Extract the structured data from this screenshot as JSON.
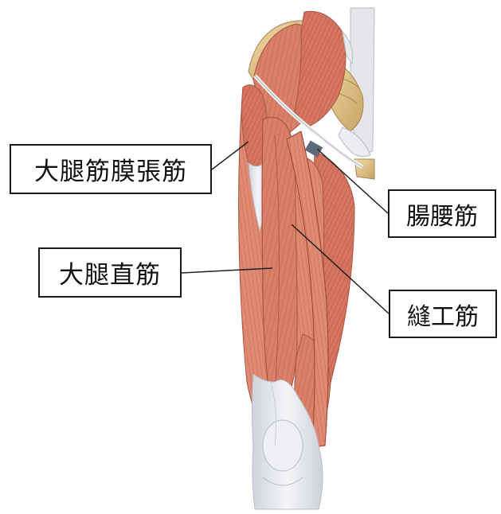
{
  "labels": {
    "tensor_fasciae_latae": "大腿筋膜張筋",
    "rectus_femoris": "大腿直筋",
    "iliopsoas": "腸腰筋",
    "sartorius": "縫工筋"
  },
  "colors": {
    "muscle": "#d9806a",
    "muscle_dark": "#b45a46",
    "muscle_light": "#eaa58f",
    "tendon": "#e9ebee",
    "bone": "#e3c58a",
    "leader_line": "#222222"
  }
}
